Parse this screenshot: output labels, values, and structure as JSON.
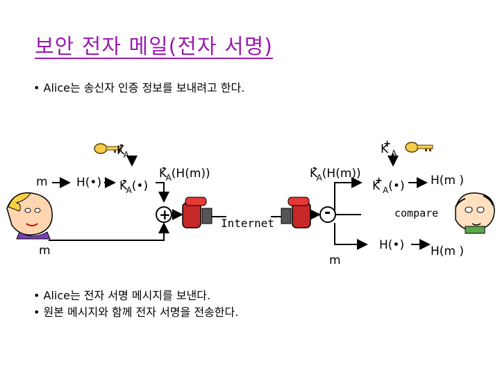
{
  "title": "보안 전자 메일(전자 서명)",
  "bullet_top": "• Alice는 송신자 인증 정보를 보내려고 한다.",
  "bullets_bottom": [
    "• Alice는 전자 서명 메시지를 보낸다.",
    "• 원본 메시지와 함께 전자 서명을 전송한다."
  ],
  "diagram": {
    "key_private": {
      "k": "K",
      "sub": "A",
      "sup": "-"
    },
    "key_public": {
      "k": "K",
      "sub": "A",
      "sup": "+"
    },
    "m_left_top": "m",
    "hash_left": "H(•)",
    "sign_func": {
      "k": "K",
      "sub": "A",
      "sup": "-",
      "rest": "(•)"
    },
    "signed_out": {
      "k": "K",
      "sub": "A",
      "sup": "-",
      "rest": "(H(m))"
    },
    "plus_symbol": "+",
    "m_left_bottom": "m",
    "internet": "Internet",
    "signed_in": {
      "k": "K",
      "sub": "A",
      "sup": "-",
      "rest": "(H(m))"
    },
    "minus_symbol": "-",
    "verify_func": {
      "k": "K",
      "sub": "A",
      "sup": "+",
      "rest": "(•)"
    },
    "hm_top": "H(m )",
    "compare": "compare",
    "m_right": "m",
    "hash_right": "H(•)",
    "hm_bottom": "H(m )"
  }
}
